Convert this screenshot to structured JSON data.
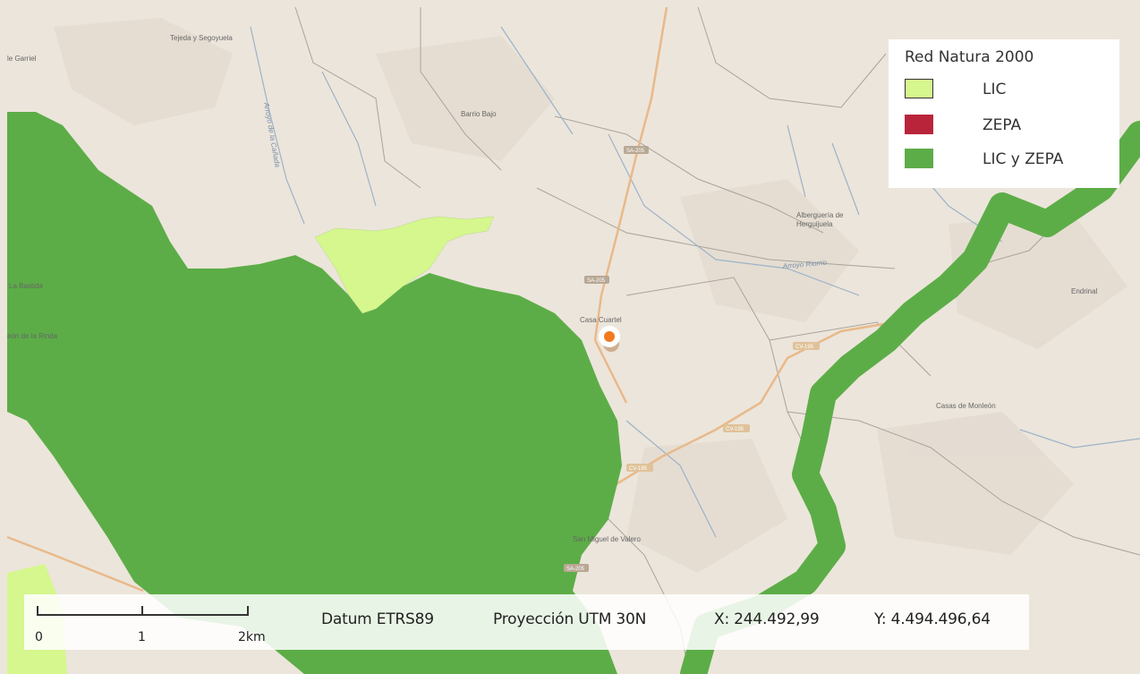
{
  "legend": {
    "title": "Red Natura 2000",
    "items": [
      {
        "label": "LIC",
        "color": "#d5f78d"
      },
      {
        "label": "ZEPA",
        "color": "#b9243b"
      },
      {
        "label": "LIC y ZEPA",
        "color": "#5cad47"
      }
    ]
  },
  "scalebar": {
    "labels": [
      "0",
      "1",
      "2km"
    ]
  },
  "info": {
    "datum": "Datum ETRS89",
    "projection": "Proyección UTM 30N",
    "x": "X: 244.492,99",
    "y": "Y: 4.494.496,64"
  },
  "places": {
    "tejeda": "Tejeda y Segoyuela",
    "garriel": "le Garriel",
    "barrio_bajo": "Barrio Bajo",
    "alberguera": "Alberguería de",
    "herguijuela": "Herguijuela",
    "casa_cuartel": "Casa Cuartel",
    "endrinal": "Endrinal",
    "casas_monleon": "Casas de Monleón",
    "san_miguel": "San Miguel de Valero",
    "la_bastida": "La Bastida",
    "rinconada": "eón de la Rinda"
  },
  "roads": {
    "sa205_a": "SA-205",
    "sa205_b": "SA-205",
    "sa205_c": "SA-205",
    "cv195_a": "CV-195",
    "cv195_b": "CV-195",
    "cv195_c": "CV-195"
  },
  "streams": {
    "canada": "Arroyo de la Cañada",
    "arroyo_east": "Arroyo Riorrio"
  },
  "colors": {
    "base": "#ede6dc",
    "lic": "#d5f78d",
    "zepa": "#b9243b",
    "lic_zepa": "#5cad47",
    "road": "#e9b98a",
    "marker": "#f07b20"
  }
}
